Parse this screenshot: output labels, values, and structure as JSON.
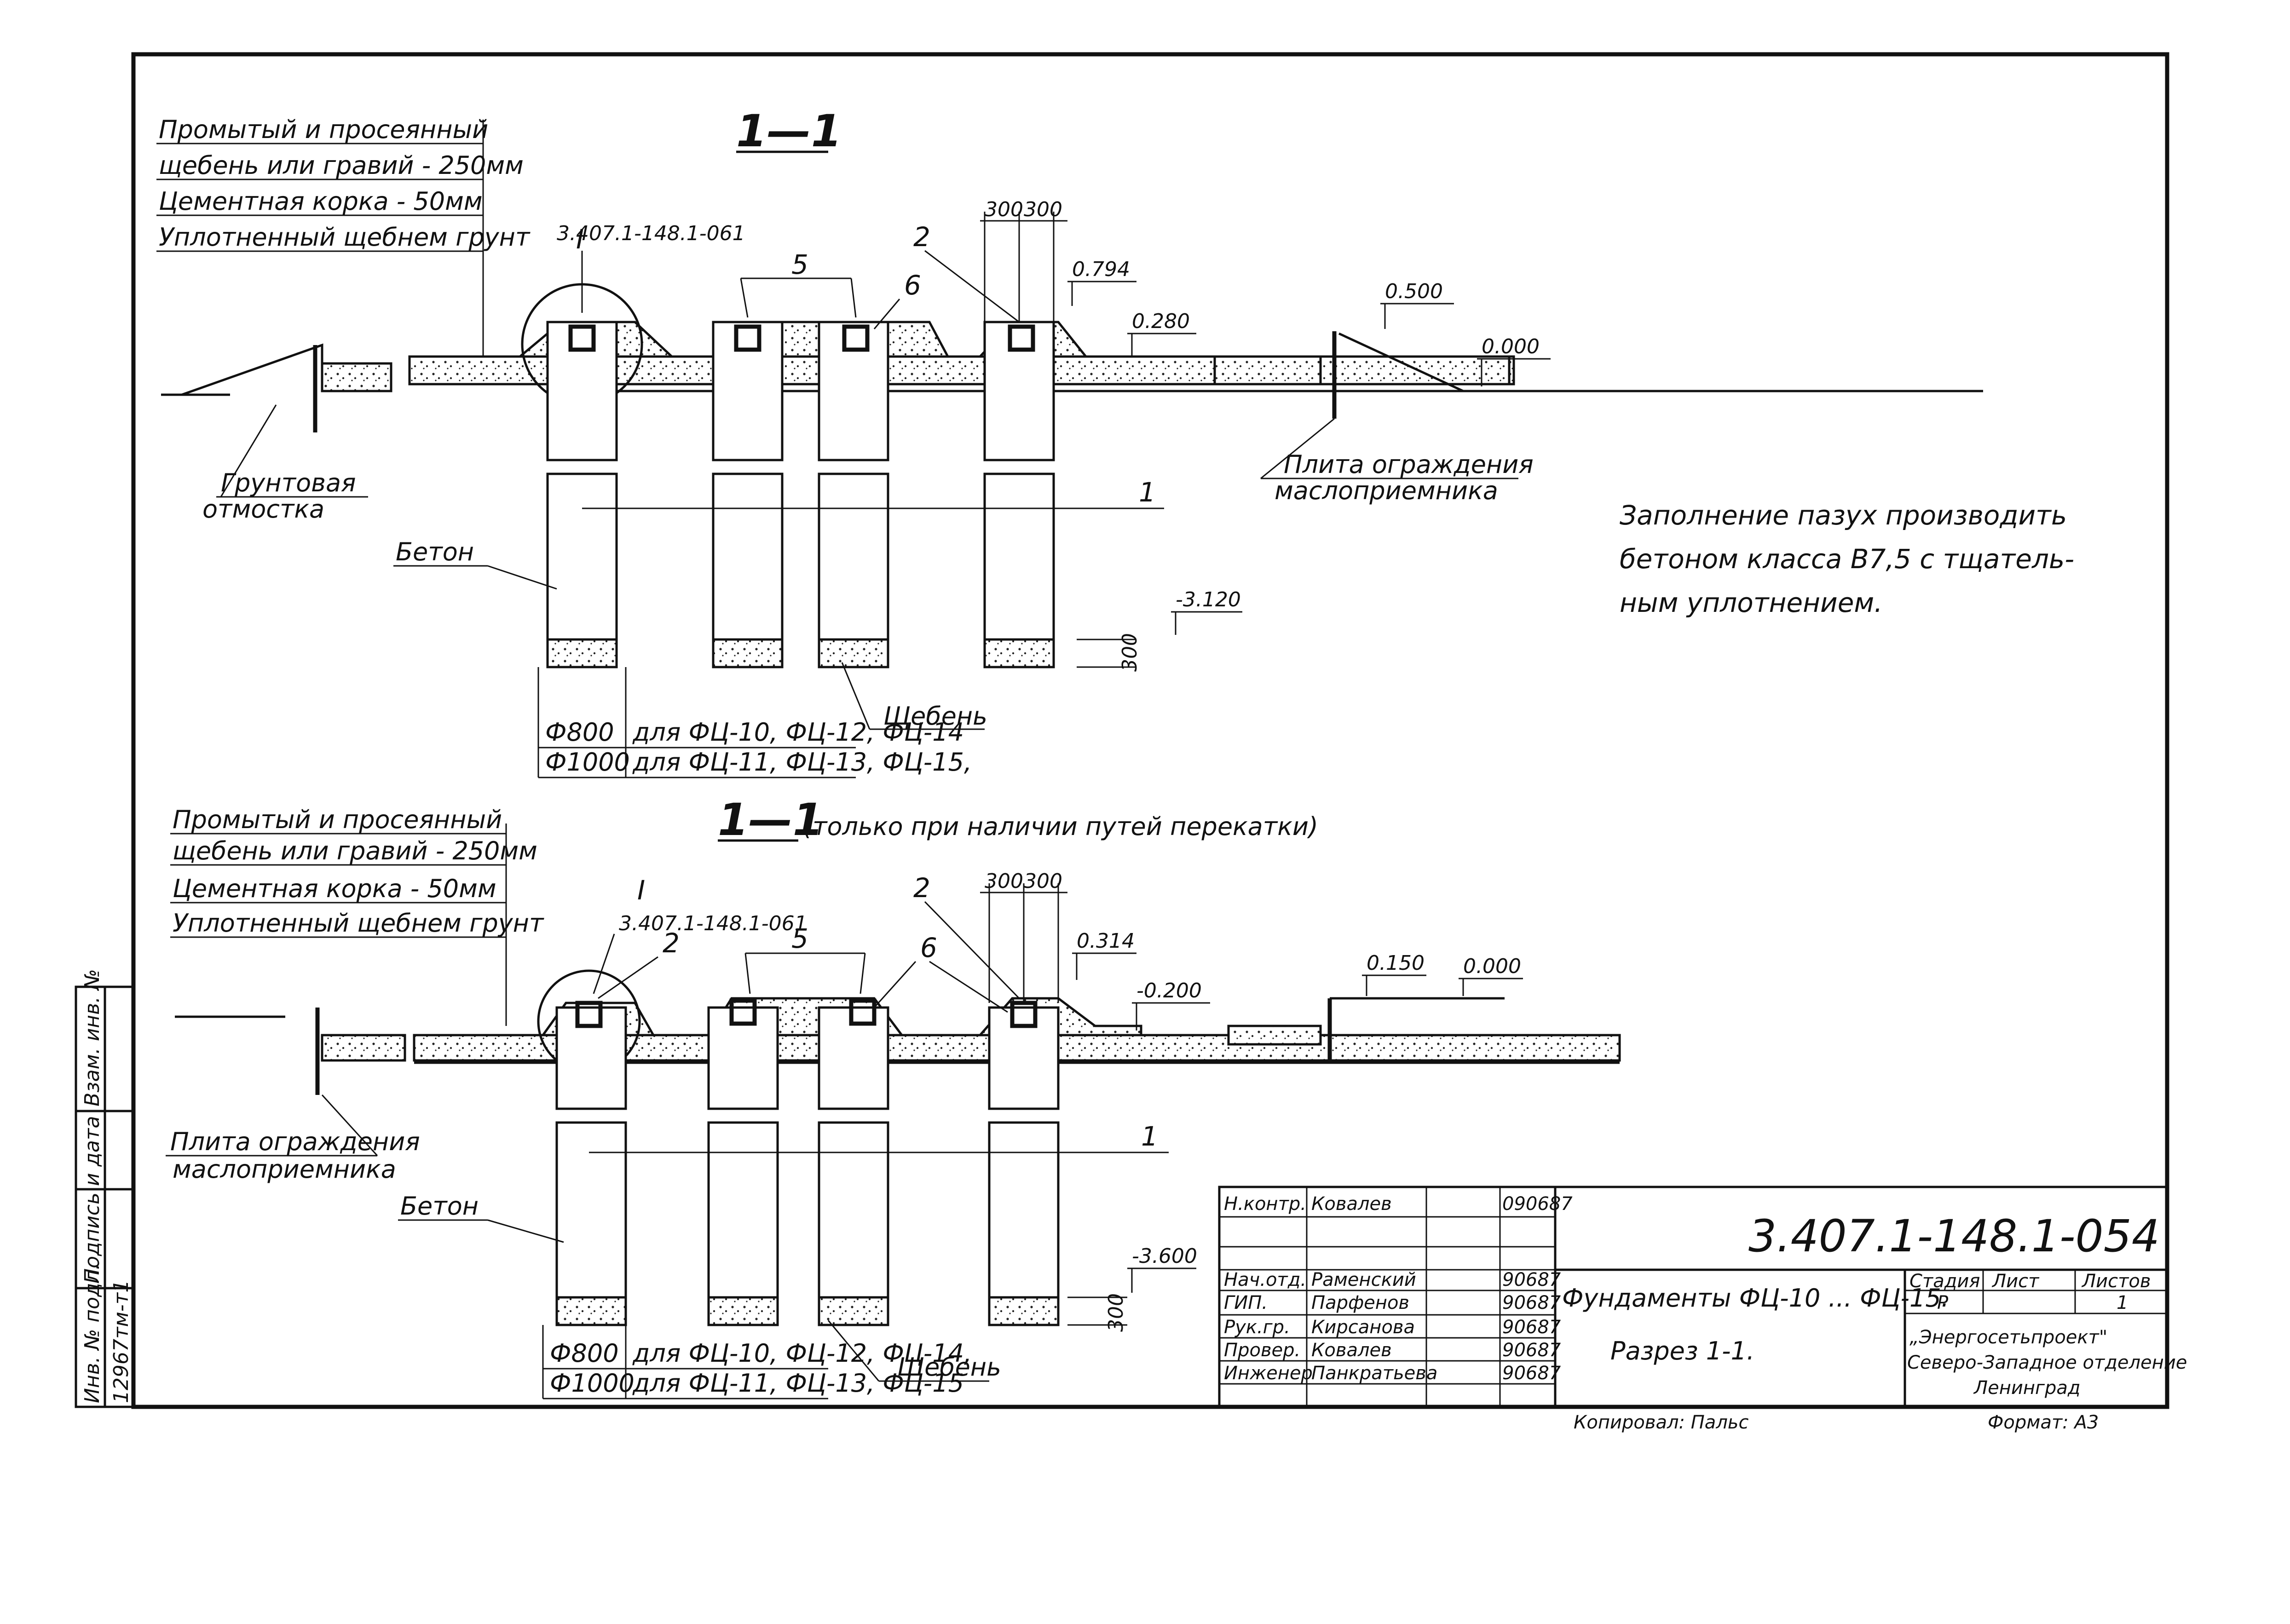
{
  "section_top": {
    "title": "1—1",
    "layer_labels": [
      "Промытый и просеянный",
      "щебень или гравий - 250мм",
      "Цементная корка - 50мм",
      "Уплотненный щебнем грунт"
    ],
    "node_mark": "I",
    "node_ref": "3.407.1-148.1-061",
    "marks": {
      "m1": "1",
      "m2": "2",
      "m5": "5",
      "m6": "6"
    },
    "dims": {
      "d1": "300",
      "d2": "300",
      "d3": "300"
    },
    "levels": {
      "l1": "0.794",
      "l2": "0.280",
      "l3": "0.500",
      "l4": "0.000",
      "l5": "-3.120"
    },
    "labels": {
      "soil": "Грунтовая",
      "soil2": "отмостка",
      "concrete": "Бетон",
      "plate": "Плита ограждения",
      "plate2": "маслоприемника",
      "gravel": "Щебень"
    },
    "diam_rows": [
      {
        "d": "Ф800",
        "text": "для ФЦ-10, ФЦ-12, ФЦ-14"
      },
      {
        "d": "Ф1000",
        "text": "для ФЦ-11, ФЦ-13, ФЦ-15,"
      }
    ]
  },
  "section_bottom": {
    "title": "1—1",
    "subtitle": "(только при наличии путей перекатки)",
    "layer_labels": [
      "Промытый и просеянный",
      "щебень или гравий - 250мм",
      "Цементная корка - 50мм",
      "Уплотненный щебнем грунт"
    ],
    "node_mark": "I",
    "node_ref": "3.407.1-148.1-061",
    "marks": {
      "m1": "1",
      "m2a": "2",
      "m2b": "2",
      "m5": "5",
      "m6": "6"
    },
    "dims": {
      "d1": "300",
      "d2": "300",
      "d3": "300"
    },
    "levels": {
      "l1": "0.314",
      "l2": "-0.200",
      "l3": "0.150",
      "l4": "0.000",
      "l5": "-3.600"
    },
    "labels": {
      "plate": "Плита ограждения",
      "plate2": "маслоприемника",
      "concrete": "Бетон",
      "gravel": "Щебень"
    },
    "diam_rows": [
      {
        "d": "Ф800",
        "text": "для ФЦ-10, ФЦ-12, ФЦ-14,"
      },
      {
        "d": "Ф1000",
        "text": "для ФЦ-11, ФЦ-13, ФЦ-15"
      }
    ]
  },
  "note": [
    "Заполнение пазух производить",
    "бетоном класса B7,5 с тщатель-",
    "ным уплотнением."
  ],
  "side_stamp": [
    "Инв. № подл.",
    "Подпись и дата",
    "Взам. инв. №",
    "12967тм-т1"
  ],
  "title_block": {
    "code": "3.407.1-148.1-054",
    "rows": [
      {
        "role": "Н.контр.",
        "name": "Ковалев",
        "date": "090687"
      },
      {
        "role": "",
        "name": "",
        "date": ""
      },
      {
        "role": "Нач.отд.",
        "name": "Раменский",
        "date": "90687"
      },
      {
        "role": "ГИП.",
        "name": "Парфенов",
        "date": "90687"
      },
      {
        "role": "Рук.гр.",
        "name": "Кирсанова",
        "date": "90687"
      },
      {
        "role": "Провер.",
        "name": "Ковалев",
        "date": "90687"
      },
      {
        "role": "Инженер",
        "name": "Панкратьева",
        "date": "90687"
      }
    ],
    "doc_title": "Фундаменты ФЦ-10 ... ФЦ-15.",
    "doc_subtitle": "Разрез 1-1.",
    "stage_hdr": "Стадия",
    "sheet_hdr": "Лист",
    "sheets_hdr": "Листов",
    "stage": "Р",
    "sheets": "1",
    "org1": "„Энергосетьпроект\"",
    "org2": "Северо-Западное отделение",
    "org3": "Ленинград"
  },
  "footer": {
    "copied": "Копировал: Пальс",
    "format": "Формат: А3"
  }
}
